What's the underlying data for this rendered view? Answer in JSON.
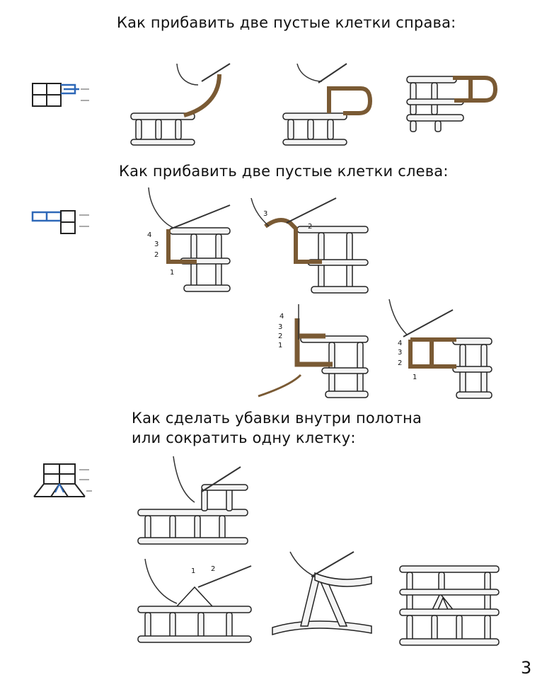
{
  "headings": {
    "add_right": "Как прибавить две пустые клетки справа:",
    "add_left": "Как прибавить две пустые клетки слева:",
    "decrease_line1": "Как сделать убавки внутри полотна",
    "decrease_line2": "или сократить одну клетку:"
  },
  "page_number": "3",
  "step_numbers": {
    "left_a": [
      "4",
      "3",
      "2",
      "1"
    ],
    "left_b": [
      "3",
      "2"
    ],
    "left_c": [
      "4",
      "3",
      "2",
      "1"
    ],
    "left_d": [
      "4",
      "3",
      "2",
      "1"
    ],
    "decrease": [
      "1",
      "2"
    ]
  },
  "colors": {
    "yarn_brown": "#7a5a34",
    "yarn_white": "#f4f4f4",
    "outline": "#222222",
    "schema_blue": "#2e68b8"
  }
}
